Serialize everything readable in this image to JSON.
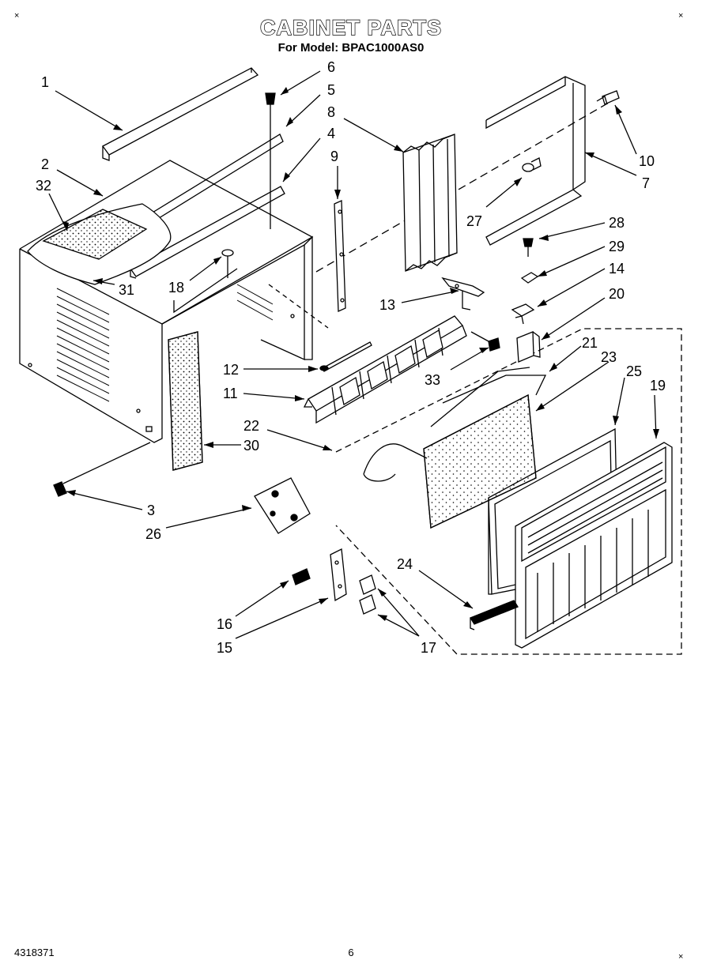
{
  "header": {
    "title": "CABINET PARTS",
    "subtitle": "For Model: BPAC1000AS0"
  },
  "footer": {
    "doc_number": "4318371",
    "page_number": "6"
  },
  "corner_mark": "×",
  "callouts": [
    "1",
    "2",
    "32",
    "6",
    "5",
    "8",
    "4",
    "9",
    "10",
    "7",
    "27",
    "28",
    "29",
    "14",
    "20",
    "21",
    "23",
    "25",
    "19",
    "13",
    "33",
    "18",
    "31",
    "12",
    "11",
    "22",
    "30",
    "3",
    "26",
    "24",
    "16",
    "15",
    "17"
  ]
}
